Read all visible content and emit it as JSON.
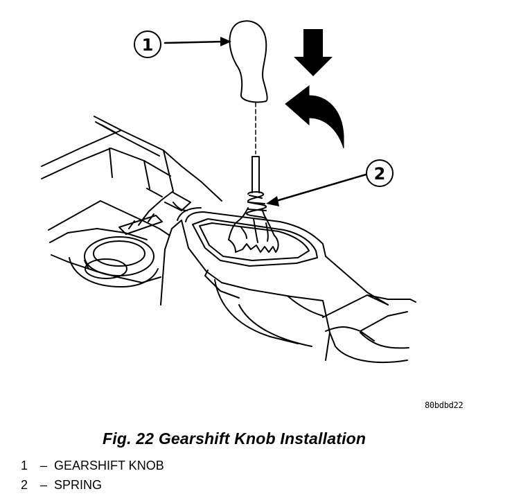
{
  "figure": {
    "callouts": [
      {
        "number": "1",
        "target": "gearshift-knob"
      },
      {
        "number": "2",
        "target": "spring"
      }
    ],
    "image_code": "80bdbd22",
    "caption": "Fig. 22 Gearshift Knob Installation"
  },
  "legend": [
    {
      "number": "1",
      "dash": "–",
      "label": "GEARSHIFT KNOB"
    },
    {
      "number": "2",
      "dash": "–",
      "label": "SPRING"
    }
  ],
  "colors": {
    "ink": "#000000",
    "paper": "#ffffff"
  }
}
